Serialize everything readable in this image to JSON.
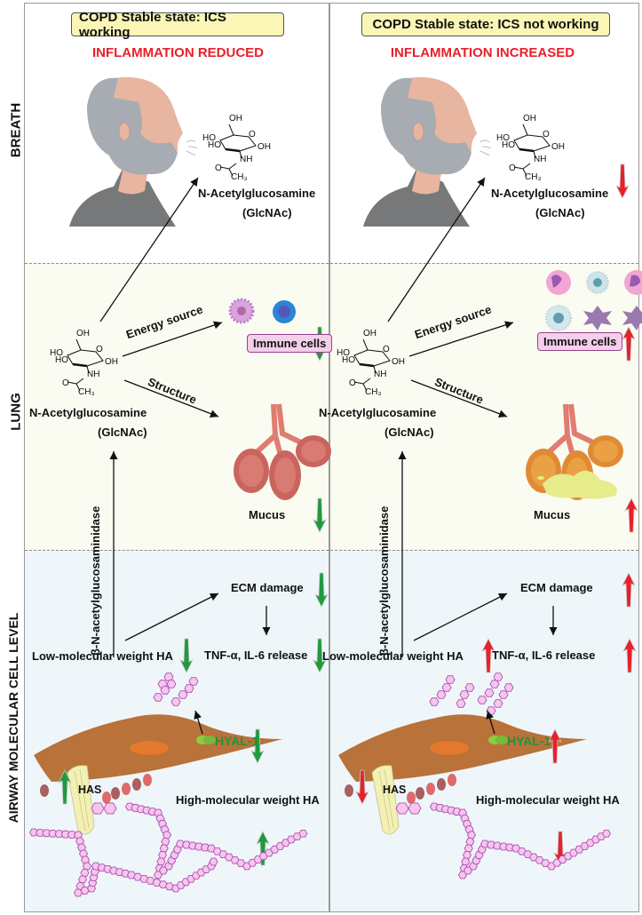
{
  "rows": {
    "breath": "BREATH",
    "lung": "LUNG",
    "cell": "AIRWAY MOLECULAR CELL LEVEL"
  },
  "panels": [
    {
      "title": "COPD Stable state: ICS working",
      "subtitle": "INFLAMMATION REDUCED",
      "breath_glcnac_trend": "none",
      "immune_trend": "down",
      "mucus_trend": "down",
      "ecm_trend": "down",
      "tnf_trend": "down",
      "lmw_ha_trend": "down",
      "hyal_trend": "down",
      "has_trend": "up",
      "hmw_ha_trend": "up",
      "trend_color": "#1f9a3c"
    },
    {
      "title": "COPD Stable state: ICS not working",
      "subtitle": "INFLAMMATION INCREASED",
      "breath_glcnac_trend": "down",
      "immune_trend": "up",
      "mucus_trend": "up",
      "ecm_trend": "up",
      "tnf_trend": "up",
      "lmw_ha_trend": "up",
      "hyal_trend": "up",
      "has_trend": "down",
      "hmw_ha_trend": "down",
      "trend_color": "#e8202a"
    }
  ],
  "labels": {
    "glcnac_name": "N-Acetylglucosamine",
    "glcnac_abbr": "(GlcNAc)",
    "energy_source": "Energy source",
    "structure": "Structure",
    "immune_cells": "Immune cells",
    "mucus": "Mucus",
    "enzyme": "β-N-acetylglucosaminidase",
    "ecm_damage": "ECM damage",
    "tnf_release": "TNF-α, IL-6 release",
    "lmw_ha": "Low-molecular weight HA",
    "hmw_ha": "High-molecular weight HA",
    "hyal": "HYAL-1",
    "has": "HAS"
  },
  "molecule": {
    "oh": "OH",
    "ho": "HO",
    "o": "O",
    "nh": "NH",
    "ch3": "CH₃"
  },
  "icons": {
    "trend_up": "thick-arrow-up",
    "trend_down": "thick-arrow-down"
  },
  "colors": {
    "title_box": "#fbf6b5",
    "alert_red": "#e8202a",
    "good_green": "#1f9a3c",
    "lung_bg": "#fafbf1",
    "cell_bg": "#eef6fa",
    "ha_pink": "#f6c6ee",
    "cell_body": "#b8723a"
  }
}
